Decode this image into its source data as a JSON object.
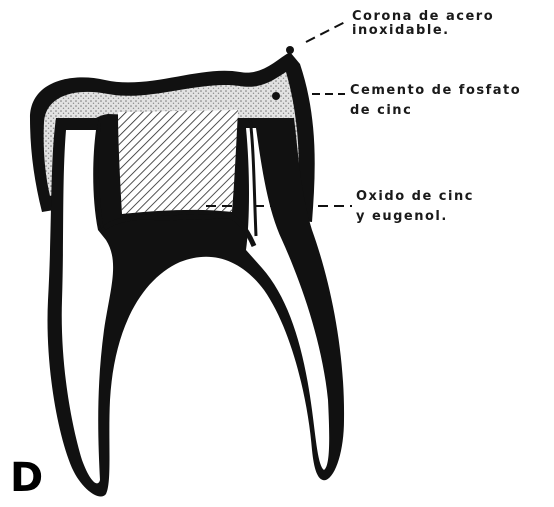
{
  "figure": {
    "panel_letter": "D",
    "labels": {
      "crown_line1": "Corona de acero",
      "crown_line2": "inoxidable.",
      "cement_line1": "Cemento de fosfato",
      "cement_line2": "de cinc",
      "zoe_line1": "Oxido de cinc",
      "zoe_line2": "y eugenol."
    }
  },
  "colors": {
    "ink": "#111111",
    "paper": "#ffffff",
    "cement_fill": "#dcdcdc"
  }
}
